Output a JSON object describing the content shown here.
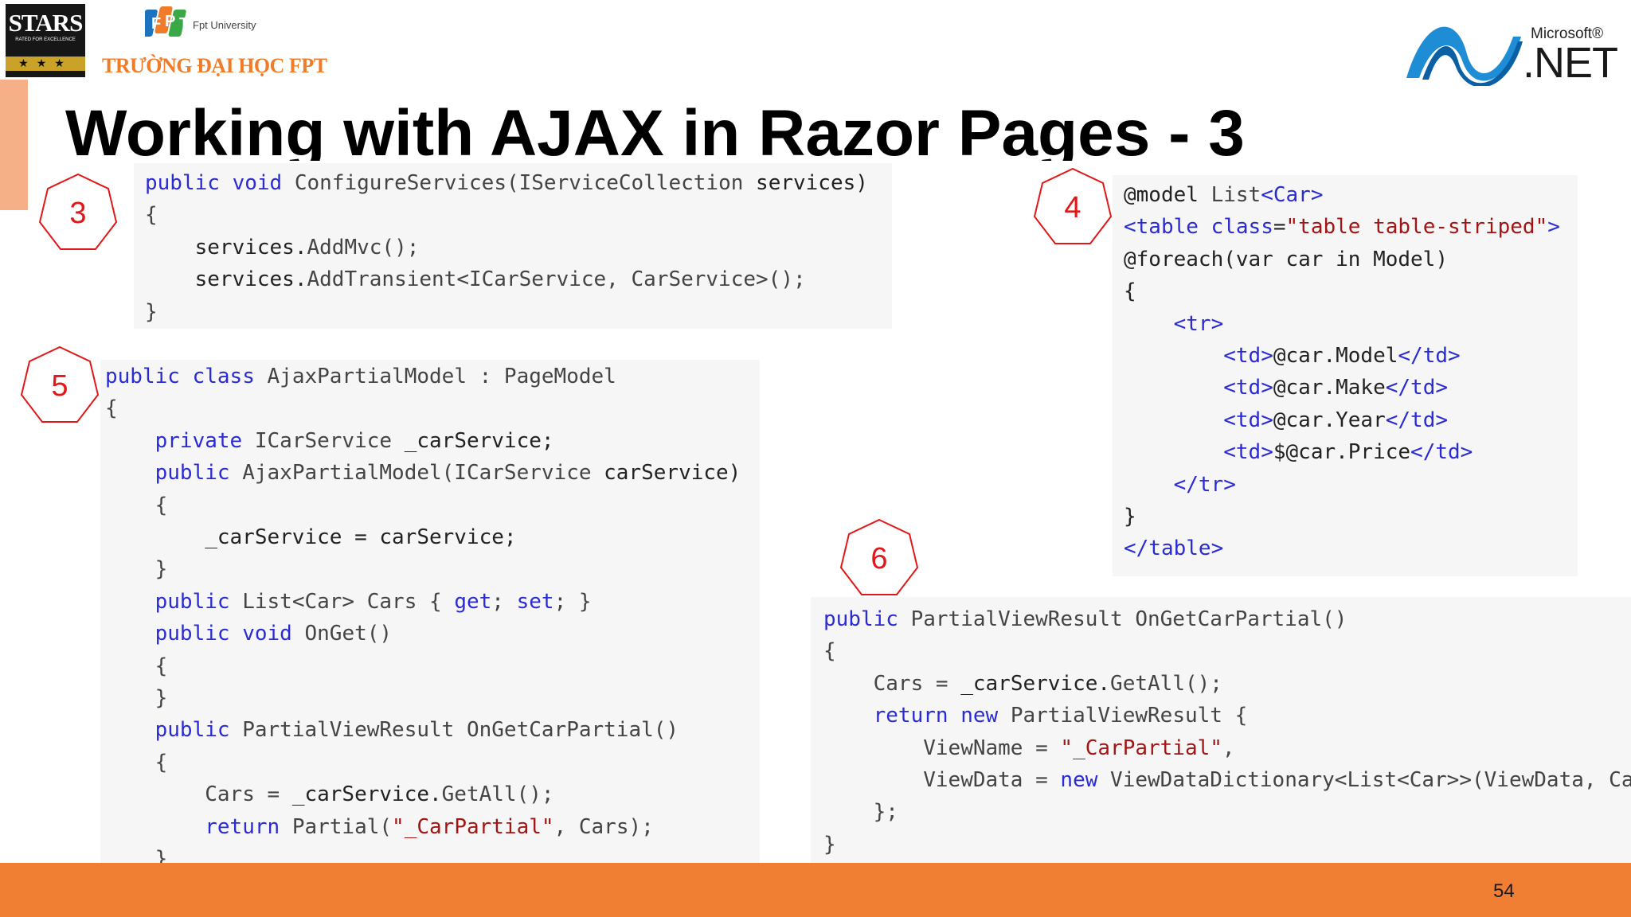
{
  "header": {
    "stars_logo_text": "STARS",
    "stars_logo_subtext": "RATED FOR EXCELLENCE",
    "fpt_university_text": "Fpt University",
    "fpt_school_name": "TRƯỜNG ĐẠI HỌC FPT",
    "net_logo_microsoft": "Microsoft®",
    "net_logo_net": ".NET"
  },
  "slide": {
    "title": "Working with AJAX in Razor Pages - 3",
    "page_number": "54"
  },
  "steps": {
    "s3": "3",
    "s4": "4",
    "s5": "5",
    "s6": "6"
  },
  "colors": {
    "footer_bar": "#f07f34",
    "step_marker": "#e01818",
    "code_keyword": "#2b2bd4",
    "code_string": "#a31515"
  },
  "code_blocks": {
    "configure_services": [
      [
        [
          "kw",
          "public"
        ],
        [
          "p",
          " "
        ],
        [
          "kw",
          "void"
        ],
        [
          "p",
          " "
        ],
        [
          "ty",
          "ConfigureServices(IServiceCollection"
        ],
        [
          "p",
          " services)"
        ]
      ],
      [
        [
          "ty",
          "{"
        ]
      ],
      [
        [
          "p",
          "    services."
        ],
        [
          "ty",
          "AddMvc();"
        ]
      ],
      [
        [
          "p",
          "    services."
        ],
        [
          "ty",
          "AddTransient<ICarService, CarService>();"
        ]
      ],
      [
        [
          "ty",
          "}"
        ]
      ]
    ],
    "razor_view": [
      [
        [
          "p",
          "@model "
        ],
        [
          "ty",
          "List"
        ],
        [
          "kw",
          "<Car>"
        ]
      ],
      [
        [
          "kw",
          "<table"
        ],
        [
          "p",
          " "
        ],
        [
          "kw",
          "class"
        ],
        [
          "p",
          "="
        ],
        [
          "st",
          "\"table table-striped\""
        ],
        [
          "kw",
          ">"
        ]
      ],
      [
        [
          "p",
          "@foreach(var car in Model)"
        ]
      ],
      [
        [
          "p",
          "{"
        ]
      ],
      [
        [
          "p",
          "    "
        ],
        [
          "kw",
          "<tr>"
        ]
      ],
      [
        [
          "p",
          "        "
        ],
        [
          "kw",
          "<td>"
        ],
        [
          "p",
          "@car.Model"
        ],
        [
          "kw",
          "</td>"
        ]
      ],
      [
        [
          "p",
          "        "
        ],
        [
          "kw",
          "<td>"
        ],
        [
          "p",
          "@car.Make"
        ],
        [
          "kw",
          "</td>"
        ]
      ],
      [
        [
          "p",
          "        "
        ],
        [
          "kw",
          "<td>"
        ],
        [
          "p",
          "@car.Year"
        ],
        [
          "kw",
          "</td>"
        ]
      ],
      [
        [
          "p",
          "        "
        ],
        [
          "kw",
          "<td>"
        ],
        [
          "p",
          "$@car.Price"
        ],
        [
          "kw",
          "</td>"
        ]
      ],
      [
        [
          "p",
          "    "
        ],
        [
          "kw",
          "</tr>"
        ]
      ],
      [
        [
          "p",
          "}"
        ]
      ],
      [
        [
          "kw",
          "</table>"
        ]
      ]
    ],
    "ajax_partial_model": [
      [
        [
          "kw",
          "public"
        ],
        [
          "p",
          " "
        ],
        [
          "kw",
          "class"
        ],
        [
          "p",
          " "
        ],
        [
          "ty",
          "AjaxPartialModel : PageModel"
        ]
      ],
      [
        [
          "ty",
          "{"
        ]
      ],
      [
        [
          "p",
          "    "
        ],
        [
          "kw",
          "private"
        ],
        [
          "p",
          " "
        ],
        [
          "ty",
          "ICarService"
        ],
        [
          "p",
          " _carService;"
        ]
      ],
      [
        [
          "p",
          "    "
        ],
        [
          "kw",
          "public"
        ],
        [
          "p",
          " "
        ],
        [
          "ty",
          "AjaxPartialModel(ICarService"
        ],
        [
          "p",
          " carService)"
        ]
      ],
      [
        [
          "ty",
          "    {"
        ]
      ],
      [
        [
          "p",
          "        _carService = carService;"
        ]
      ],
      [
        [
          "ty",
          "    }"
        ]
      ],
      [
        [
          "p",
          "    "
        ],
        [
          "kw",
          "public"
        ],
        [
          "p",
          " "
        ],
        [
          "ty",
          "List<Car> Cars { "
        ],
        [
          "kw",
          "get"
        ],
        [
          "ty",
          "; "
        ],
        [
          "kw",
          "set"
        ],
        [
          "ty",
          "; }"
        ]
      ],
      [
        [
          "p",
          "    "
        ],
        [
          "kw",
          "public"
        ],
        [
          "p",
          " "
        ],
        [
          "kw",
          "void"
        ],
        [
          "p",
          " "
        ],
        [
          "ty",
          "OnGet()"
        ]
      ],
      [
        [
          "ty",
          "    {"
        ]
      ],
      [
        [
          "ty",
          "    }"
        ]
      ],
      [
        [
          "p",
          "    "
        ],
        [
          "kw",
          "public"
        ],
        [
          "p",
          " "
        ],
        [
          "ty",
          "PartialViewResult OnGetCarPartial()"
        ]
      ],
      [
        [
          "ty",
          "    {"
        ]
      ],
      [
        [
          "p",
          "        "
        ],
        [
          "ty",
          "Cars = "
        ],
        [
          "p",
          "_carService."
        ],
        [
          "ty",
          "GetAll();"
        ]
      ],
      [
        [
          "p",
          "        "
        ],
        [
          "kw",
          "return"
        ],
        [
          "p",
          " "
        ],
        [
          "ty",
          "Partial("
        ],
        [
          "st",
          "\"_CarPartial\""
        ],
        [
          "ty",
          ", Cars);"
        ]
      ],
      [
        [
          "ty",
          "    }"
        ]
      ],
      [
        [
          "ty",
          "}"
        ]
      ]
    ],
    "on_get_car_partial": [
      [
        [
          "kw",
          "public"
        ],
        [
          "p",
          " "
        ],
        [
          "ty",
          "PartialViewResult OnGetCarPartial()"
        ]
      ],
      [
        [
          "ty",
          "{"
        ]
      ],
      [
        [
          "p",
          "    "
        ],
        [
          "ty",
          "Cars = "
        ],
        [
          "p",
          "_carService."
        ],
        [
          "ty",
          "GetAll();"
        ]
      ],
      [
        [
          "p",
          "    "
        ],
        [
          "kw",
          "return"
        ],
        [
          "p",
          " "
        ],
        [
          "kw",
          "new"
        ],
        [
          "p",
          " "
        ],
        [
          "ty",
          "PartialViewResult {"
        ]
      ],
      [
        [
          "p",
          "        "
        ],
        [
          "ty",
          "ViewName = "
        ],
        [
          "st",
          "\"_CarPartial\""
        ],
        [
          "ty",
          ","
        ]
      ],
      [
        [
          "p",
          "        "
        ],
        [
          "ty",
          "ViewData = "
        ],
        [
          "kw",
          "new"
        ],
        [
          "p",
          " "
        ],
        [
          "ty",
          "ViewDataDictionary<List<Car>>(ViewData, Ca"
        ]
      ],
      [
        [
          "ty",
          "    };"
        ]
      ],
      [
        [
          "ty",
          "}"
        ]
      ]
    ]
  }
}
